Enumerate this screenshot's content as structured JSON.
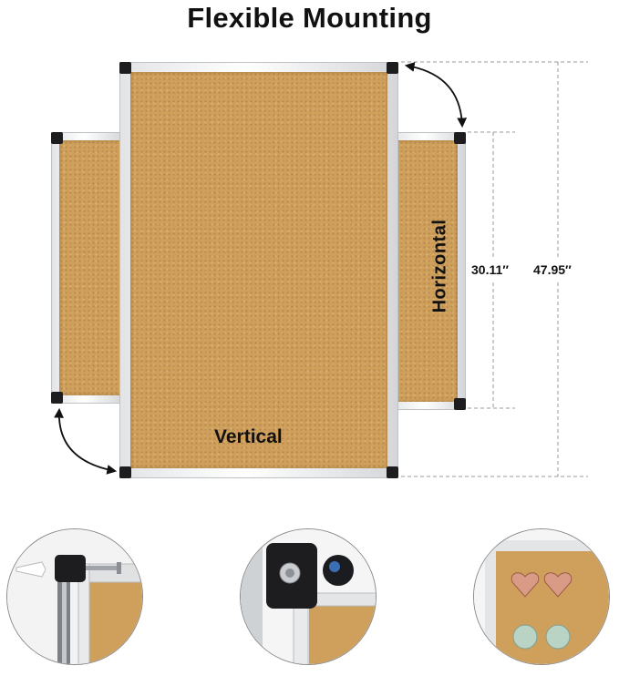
{
  "title": "Flexible Mounting",
  "labels": {
    "vertical": "Vertical",
    "horizontal": "Horizontal",
    "dim_short": "30.11″",
    "dim_long": "47.95″"
  },
  "colors": {
    "cork": "#cf9f5c",
    "frame": "#e2e4e6",
    "corner": "#1d1d1f",
    "dimension_line": "#999999"
  },
  "details": [
    {
      "name": "wall-mount-hook-detail"
    },
    {
      "name": "corner-bracket-detail"
    },
    {
      "name": "push-pins-detail"
    }
  ]
}
